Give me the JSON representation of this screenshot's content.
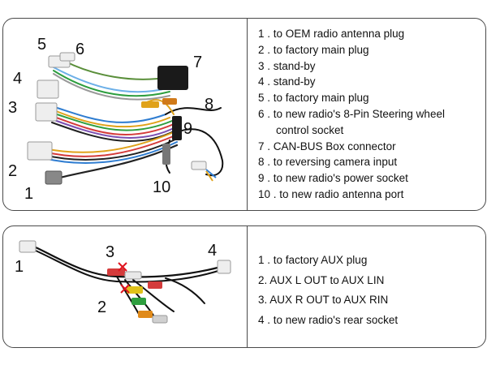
{
  "top_panel": {
    "callouts": [
      "5",
      "6",
      "4",
      "3",
      "7",
      "8",
      "9",
      "2",
      "1",
      "10"
    ],
    "legend": [
      "1 . to OEM radio antenna plug",
      "2 . to factory main plug",
      "3 . stand-by",
      "4 . stand-by",
      "5 . to factory main plug",
      "6 . to new radio's 8-Pin Steering wheel",
      "control socket",
      "7 . CAN-BUS Box connector",
      "8 . to reversing camera input",
      "9 . to new radio's power socket",
      "10 . to new radio antenna port"
    ]
  },
  "bottom_panel": {
    "callouts": [
      "1",
      "3",
      "2",
      "4"
    ],
    "legend": [
      "1 . to factory AUX plug",
      "2. AUX L OUT to AUX LIN",
      "3. AUX R OUT to AUX RIN",
      "4 . to new radio's rear socket"
    ]
  },
  "colors": {
    "border": "#4a4a4a",
    "red_marker": "#e0141e",
    "connector_white": "#eeeeee",
    "can_box": "#1a1a1a"
  }
}
